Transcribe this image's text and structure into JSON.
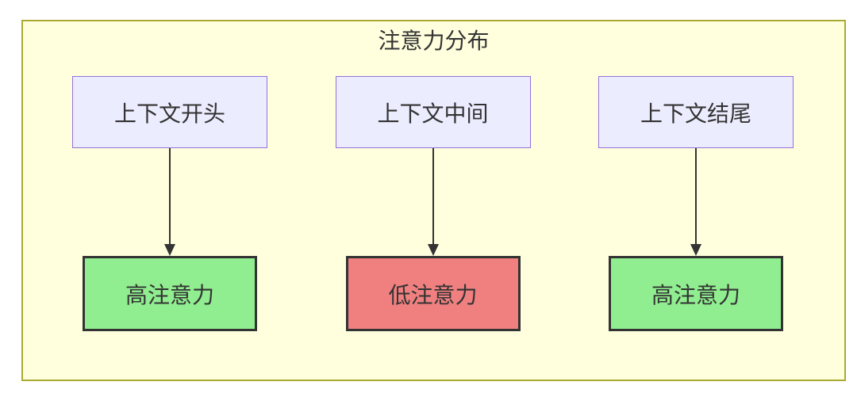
{
  "diagram": {
    "title": "注意力分布",
    "columns": [
      {
        "source": "上下文开头",
        "target": "高注意力",
        "level": "high"
      },
      {
        "source": "上下文中间",
        "target": "低注意力",
        "level": "low"
      },
      {
        "source": "上下文结尾",
        "target": "高注意力",
        "level": "high"
      }
    ],
    "colors": {
      "page_bg": "#ffffff",
      "container_fill": "#ffffde",
      "container_border": "#aaaa33",
      "source_fill": "#ececff",
      "source_border": "#9370db",
      "high_fill": "#90ee90",
      "low_fill": "#f08080",
      "target_border": "#333333",
      "arrow": "#333333",
      "text": "#333333"
    }
  }
}
